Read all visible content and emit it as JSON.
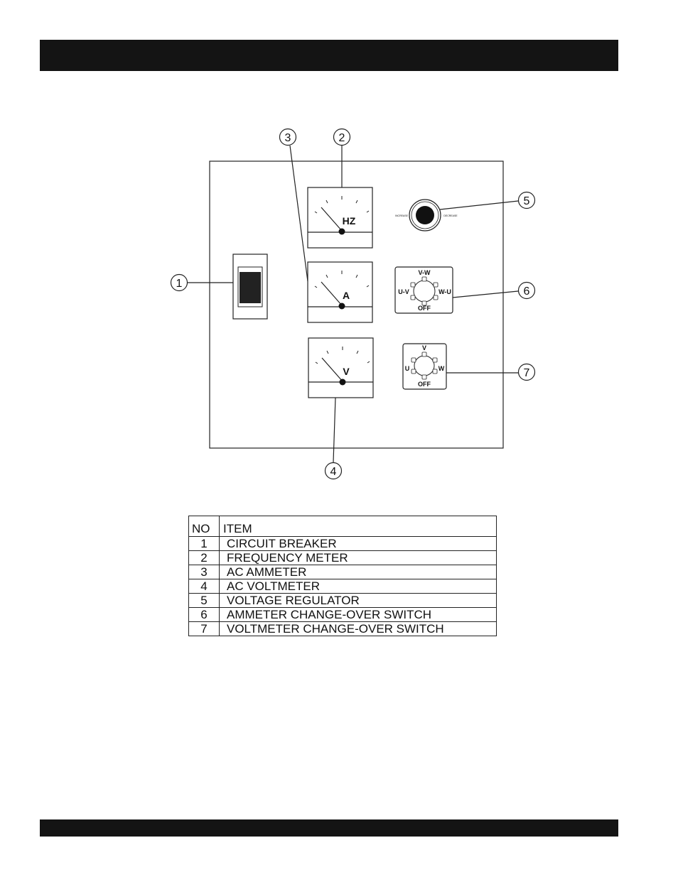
{
  "diagram": {
    "meters": [
      {
        "unit": "HZ",
        "callout": "2"
      },
      {
        "unit": "A",
        "callout": "3"
      },
      {
        "unit": "V",
        "callout": "4"
      }
    ],
    "callouts": [
      "1",
      "2",
      "3",
      "4",
      "5",
      "6",
      "7"
    ],
    "regulator": {
      "left_label": "INCREASE",
      "right_label": "DECREASE"
    },
    "ammeter_switch": {
      "top": "V-W",
      "left": "U-V",
      "right": "W-U",
      "bottom": "OFF"
    },
    "voltmeter_switch": {
      "top": "V",
      "left": "U",
      "right": "W",
      "bottom": "OFF"
    }
  },
  "table": {
    "headers": {
      "no": "NO",
      "item": "ITEM"
    },
    "rows": [
      {
        "no": "1",
        "item": "CIRCUIT BREAKER"
      },
      {
        "no": "2",
        "item": "FREQUENCY METER"
      },
      {
        "no": "3",
        "item": "AC AMMETER"
      },
      {
        "no": "4",
        "item": "AC VOLTMETER"
      },
      {
        "no": "5",
        "item": "VOLTAGE REGULATOR"
      },
      {
        "no": "6",
        "item": "AMMETER CHANGE-OVER SWITCH"
      },
      {
        "no": "7",
        "item": "VOLTMETER CHANGE-OVER SWITCH"
      }
    ]
  }
}
